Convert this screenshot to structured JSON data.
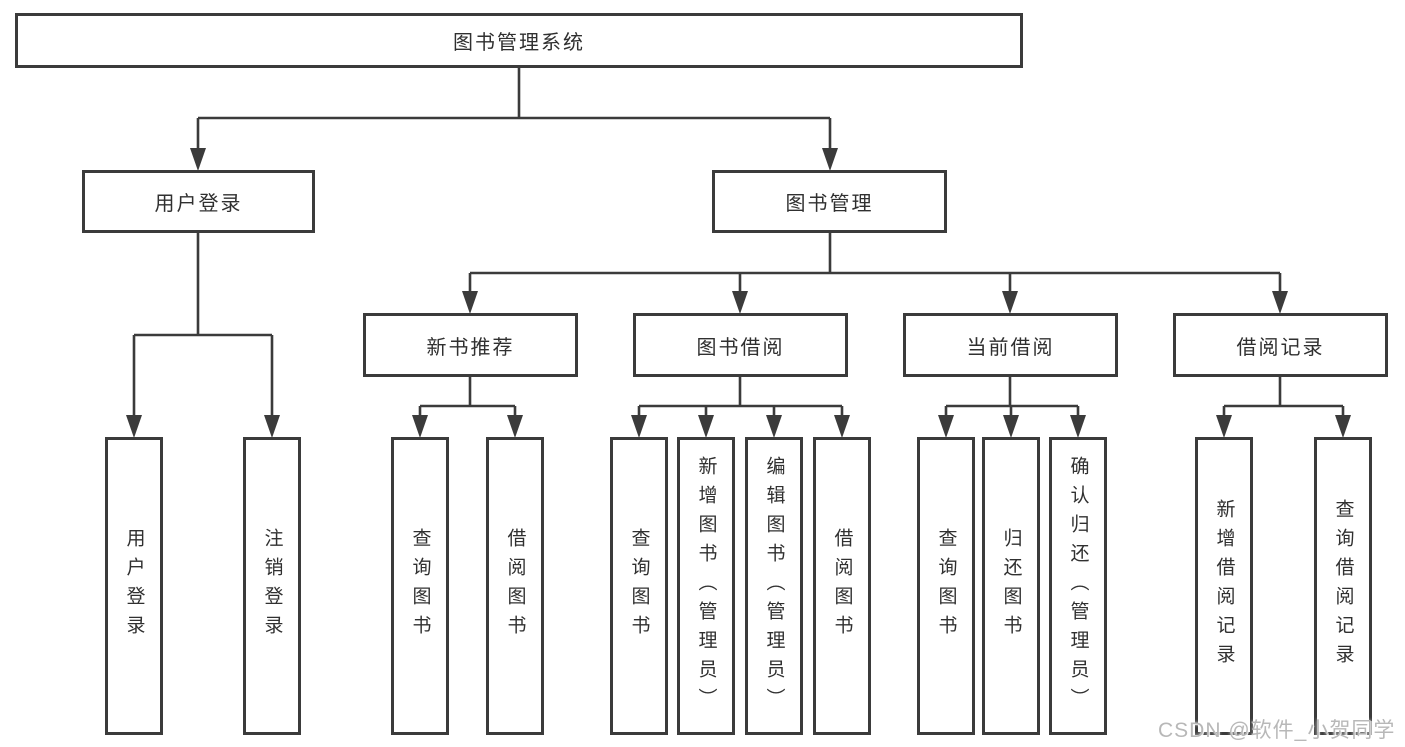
{
  "diagram": {
    "root": "图书管理系统",
    "user_login": {
      "label": "用户登录",
      "children": [
        {
          "label": "用户登录"
        },
        {
          "label": "注销登录"
        }
      ]
    },
    "book_management": {
      "label": "图书管理",
      "sections": [
        {
          "label": "新书推荐",
          "children": [
            {
              "label": "查询图书"
            },
            {
              "label": "借阅图书"
            }
          ]
        },
        {
          "label": "图书借阅",
          "children": [
            {
              "label": "查询图书"
            },
            {
              "label": "新增图书（管理员）"
            },
            {
              "label": "编辑图书（管理员）"
            },
            {
              "label": "借阅图书"
            }
          ]
        },
        {
          "label": "当前借阅",
          "children": [
            {
              "label": "查询图书"
            },
            {
              "label": "归还图书"
            },
            {
              "label": "确认归还（管理员）"
            }
          ]
        },
        {
          "label": "借阅记录",
          "children": [
            {
              "label": "新增借阅记录"
            },
            {
              "label": "查询借阅记录"
            }
          ]
        }
      ]
    }
  },
  "watermark": "CSDN @软件_小贺同学",
  "colors": {
    "line": "#3b3b3b",
    "text": "#303030",
    "watermark": "#b8b8b8",
    "background": "#ffffff"
  }
}
